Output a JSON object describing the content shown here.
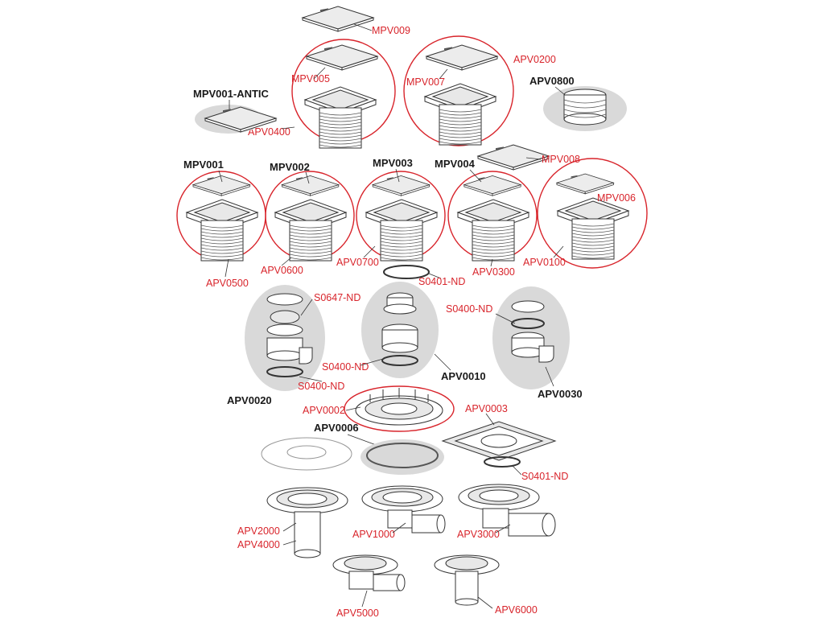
{
  "parts": {
    "MPV009": "MPV009",
    "MPV005": "MPV005",
    "APV0400": "APV0400",
    "MPV007": "MPV007",
    "APV0200": "APV0200",
    "APV0800": "APV0800",
    "MPV001_ANTIC": "MPV001-ANTIC",
    "MPV008": "MPV008",
    "MPV001": "MPV001",
    "MPV002": "MPV002",
    "MPV003": "MPV003",
    "MPV004": "MPV004",
    "MPV006": "MPV006",
    "APV0500": "APV0500",
    "APV0600": "APV0600",
    "APV0700": "APV0700",
    "APV0300": "APV0300",
    "APV0100": "APV0100",
    "S0401_ND_top": "S0401-ND",
    "S0647_ND": "S0647-ND",
    "S0400_ND_mid": "S0400-ND",
    "S0400_ND_left": "S0400-ND",
    "S0400_ND_right": "S0400-ND",
    "APV0010": "APV0010",
    "APV0020": "APV0020",
    "APV0030": "APV0030",
    "APV0002": "APV0002",
    "APV0006": "APV0006",
    "APV0003": "APV0003",
    "S0401_ND_bottom": "S0401-ND",
    "APV2000": "APV2000",
    "APV4000": "APV4000",
    "APV1000": "APV1000",
    "APV3000": "APV3000",
    "APV5000": "APV5000",
    "APV6000": "APV6000"
  },
  "colors": {
    "highlight_ring": "#d8242b",
    "accessory_blob": "#d9d9d9",
    "outline": "#333333"
  }
}
